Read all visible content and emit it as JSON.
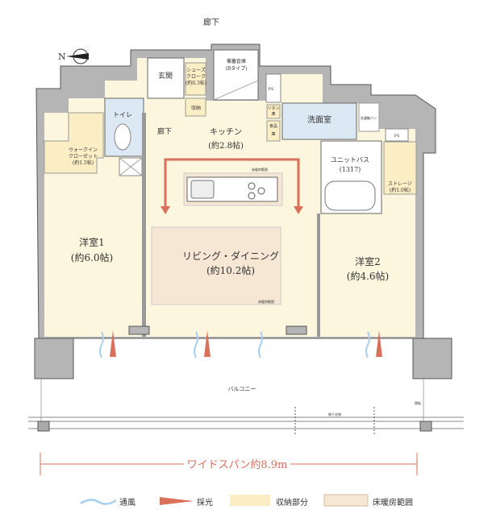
{
  "compass": {
    "label": "N"
  },
  "rooms": {
    "corridor_outer": "廊下",
    "entrance": "玄関",
    "shoe_closet": [
      "シューズ",
      "クローク",
      "(約0.3帖)"
    ],
    "storage_small": "収納",
    "stockpile": [
      "備蓄倉庫",
      "(Bタイプ)"
    ],
    "toilet": "トイレ",
    "corridor_inner": "廊下",
    "kitchen": [
      "キッチン",
      "(約2.8帖)"
    ],
    "linen": [
      "リネン",
      "庫"
    ],
    "pantry": [
      "食品",
      "庫"
    ],
    "washroom": "洗面室",
    "washer_pan": "洗濯機パン",
    "ps_left": "PS",
    "ps_right": "PS",
    "walk_in_closet": [
      "ウォークイン",
      "クローゼット",
      "(約1.5帖)"
    ],
    "unit_bath": [
      "ユニットバス",
      "(1317)"
    ],
    "storage": [
      "ストレージ",
      "(約1.0帖)"
    ],
    "bedroom1": [
      "洋室1",
      "(約6.0帖)"
    ],
    "living_dining": [
      "リビング・ダイニング",
      "(約10.2帖)"
    ],
    "bedroom2": [
      "洋室2",
      "(約4.6帖)"
    ],
    "floor_heat_note_1": "床暖房範囲",
    "floor_heat_note_2": "床暖房範囲",
    "balcony": "バルコニー",
    "partition": "隔板",
    "drying_hardware": "物干金物"
  },
  "dimension": {
    "label": "ワイドスパン約8.9m"
  },
  "legend": [
    {
      "label": "通風",
      "icon": "wave-icon",
      "color": "#a8d0ee"
    },
    {
      "label": "採光",
      "icon": "wedge-icon",
      "color": "#d9705a"
    },
    {
      "label": "収納部分",
      "icon": "swatch-icon",
      "color": "#fbeec4"
    },
    {
      "label": "床暖房範囲",
      "icon": "swatch-icon",
      "color": "#f6e6d4"
    }
  ],
  "colors": {
    "room_floor": "#fbf6dd",
    "storage": "#fbeec4",
    "wet_area": "#dce9f4",
    "floor_heating": "#f6e6d4",
    "accent": "#d9705a",
    "wall": "#b5b5b5"
  }
}
